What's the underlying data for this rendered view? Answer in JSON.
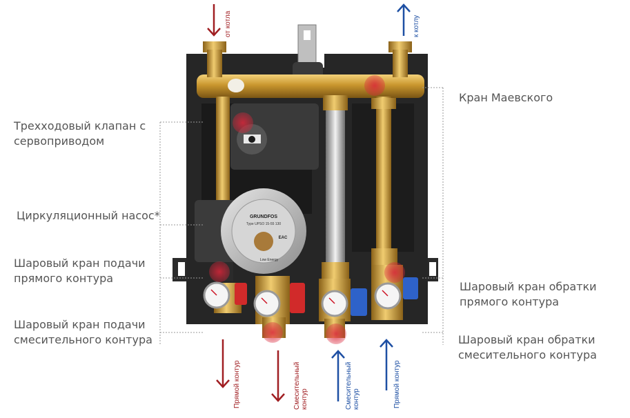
{
  "labels": {
    "from_boiler": "от котла",
    "to_boiler": "к котлу",
    "mayevsky_valve": "Кран Маевского",
    "three_way_valve": "Трехходовый клапан с\nсервоприводом",
    "circulation_pump": "Циркуляционный насос*",
    "supply_ball_valve_direct": "Шаровый кран подачи\nпрямого контура",
    "supply_ball_valve_mixing": "Шаровый кран подачи\nсмесительного контура",
    "return_ball_valve_direct": "Шаровый кран обратки\nпрямого контура",
    "return_ball_valve_mixing": "Шаровый кран обратки\nсмесительного  контура",
    "direct_circuit": "Прямой контур",
    "mixing_circuit": "Смесительный\nконтур",
    "mixing_circuit_return": "Смесительный\nконтур",
    "direct_circuit_return": "Прямой контур"
  },
  "pump_text": {
    "brand": "GRUNDFOS",
    "model": "Type UPSO 15-55 130",
    "mark": "EAC",
    "energy": "Low Energy"
  },
  "colors": {
    "supply_arrow": "#a01e22",
    "return_arrow": "#1d4fa3",
    "insulation": "#262626",
    "brass": "#c9962e",
    "marker": "#d9263a"
  },
  "icons": {
    "supply": "arrow-down-icon",
    "return": "arrow-up-icon"
  }
}
